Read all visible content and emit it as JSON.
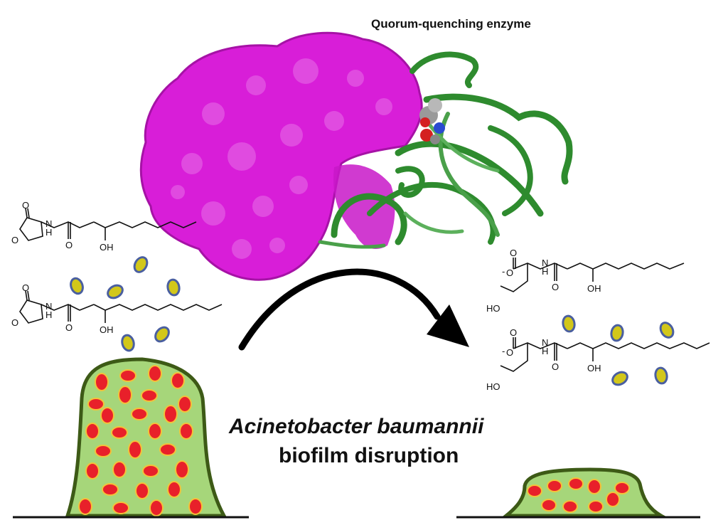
{
  "labels": {
    "enzyme": "Quorum-quenching enzyme",
    "species": "Acinetobacter baumannii",
    "process": "biofilm disruption"
  },
  "atoms": {
    "O": "O",
    "N": "N",
    "H": "H",
    "OH": "OH",
    "HO": "HO",
    "minus": "-"
  },
  "colors": {
    "enzyme_surface": "#d81ed8",
    "enzyme_ribbon": "#2e8b2e",
    "biofilm_fill": "#a6d67a",
    "biofilm_edge": "#3d5a16",
    "cell": "#e8202a",
    "signal": "#d2c71a",
    "signal_edge": "#4a5fa0"
  }
}
